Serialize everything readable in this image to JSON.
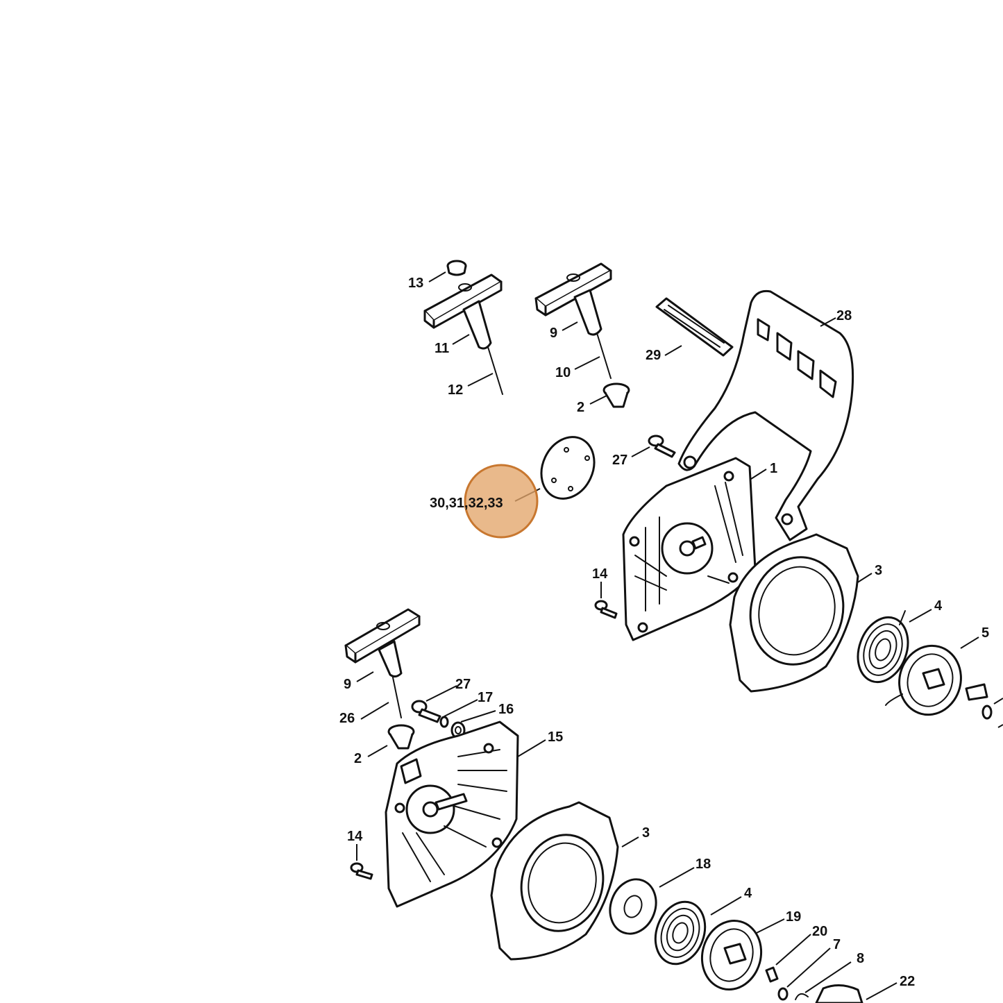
{
  "highlight": {
    "color": "#e3a56a",
    "border_color": "#c8772f"
  },
  "labels": {
    "l13": "13",
    "l11": "11",
    "l12": "12",
    "l9a": "9",
    "l10": "10",
    "l2a": "2",
    "l29": "29",
    "l28": "28",
    "l27a": "27",
    "l1": "1",
    "l3a": "3",
    "l14a": "14",
    "l4a": "4",
    "l5": "5",
    "l30_33": "30,31,32,33",
    "l9b": "9",
    "l27b": "27",
    "l17": "17",
    "l16": "16",
    "l26": "26",
    "l2b": "2",
    "l15": "15",
    "l14b": "14",
    "l3b": "3",
    "l18": "18",
    "l4b": "4",
    "l19": "19",
    "l20": "20",
    "l7": "7",
    "l8": "8",
    "l22": "22"
  }
}
